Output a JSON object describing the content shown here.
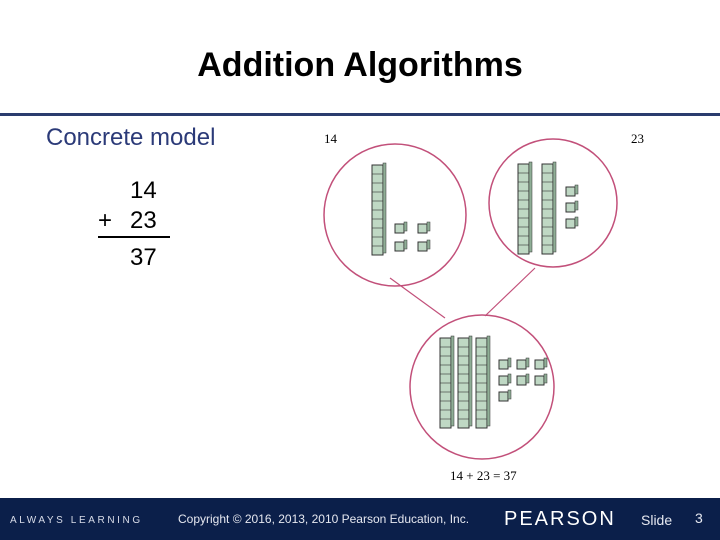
{
  "slide": {
    "title": "Addition Algorithms",
    "subtitle": "Concrete model",
    "problem": {
      "addend1": "14",
      "operator": "+",
      "addend2": "23",
      "sum": "37"
    },
    "figure": {
      "label_left": "14",
      "label_right": "23",
      "caption": "14 + 23 = 37"
    }
  },
  "footer": {
    "tagline": "ALWAYS LEARNING",
    "copyright": "Copyright © 2016, 2013, 2010 Pearson Education, Inc.",
    "brand": "PEARSON",
    "slide_label": "Slide",
    "slide_number": "3"
  },
  "colors": {
    "circle": "#c2507a",
    "block_fill": "#bfd8c4",
    "block_stroke": "#333333",
    "footer_bg": "#0b1f4a",
    "title_rule": "#2a3c6e"
  }
}
